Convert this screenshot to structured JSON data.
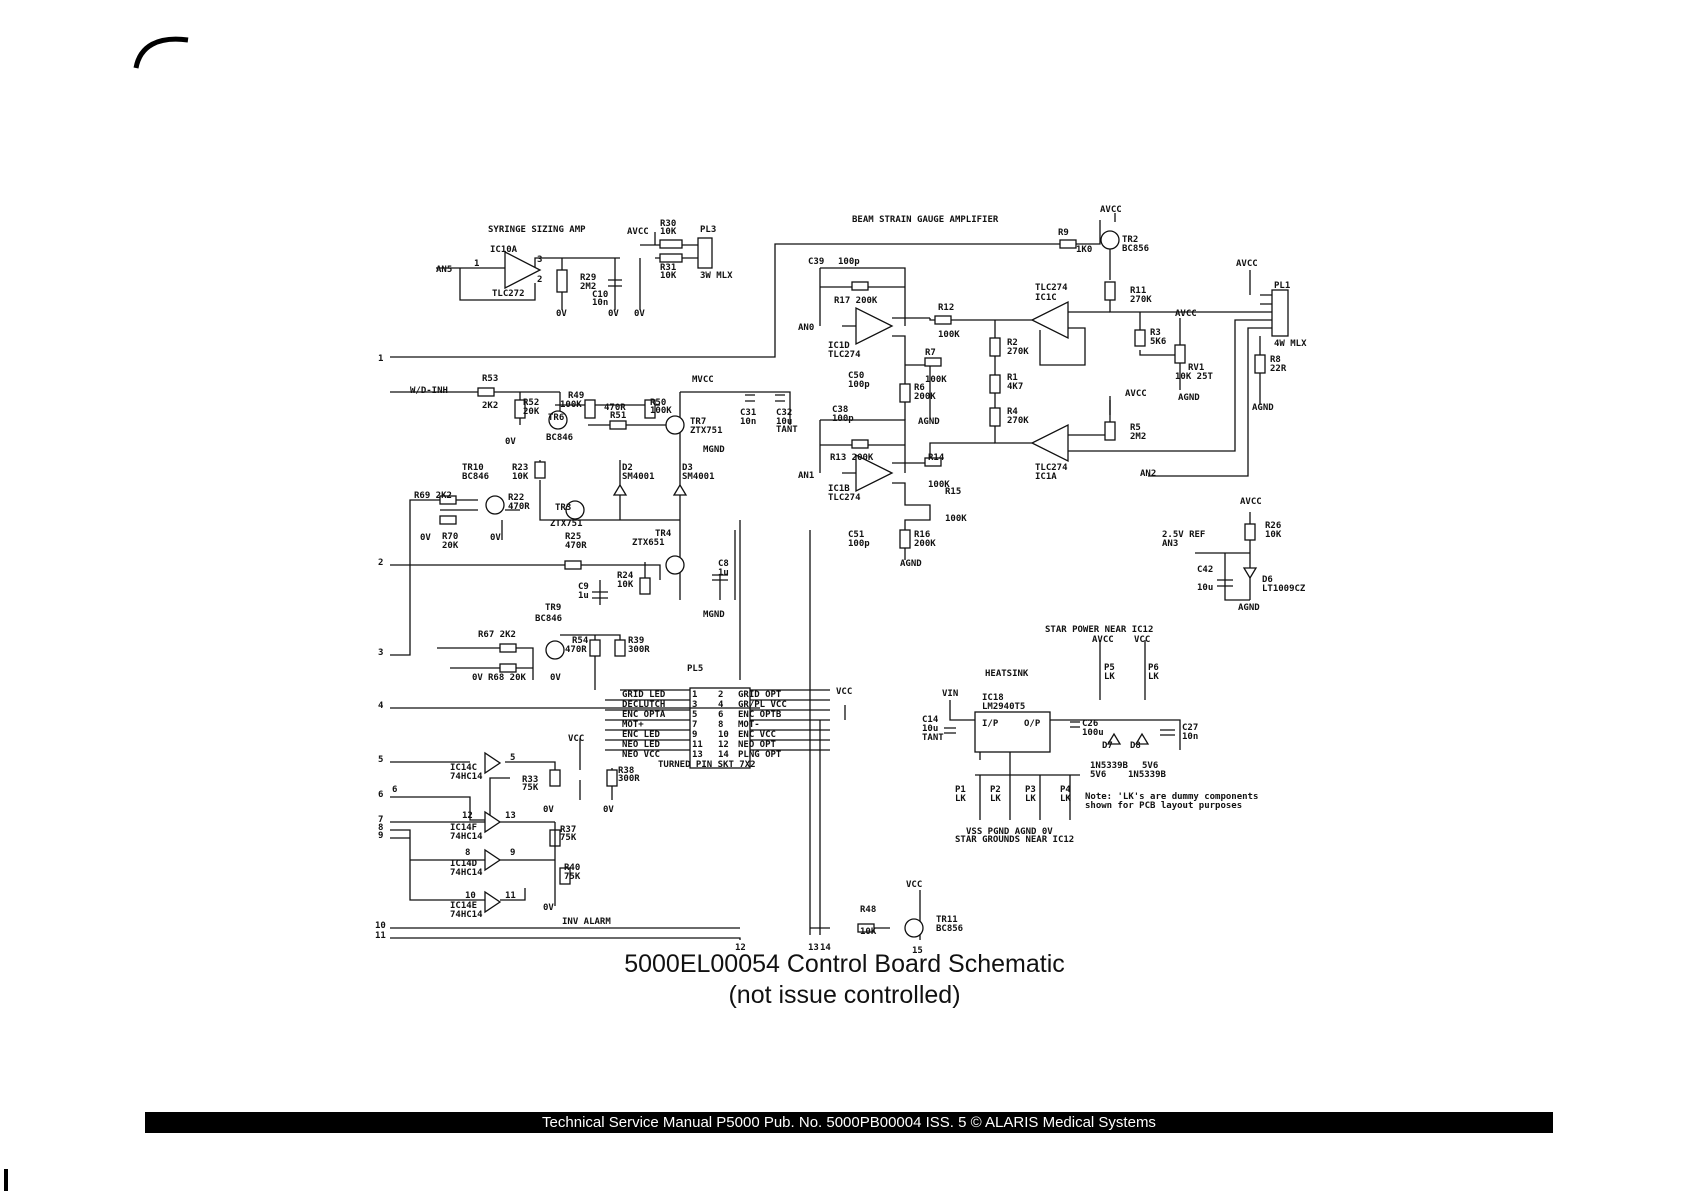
{
  "caption": {
    "title": "5000EL00054 Control Board Schematic",
    "subtitle": "(not issue controlled)"
  },
  "footer": "Technical Service Manual P5000 Pub. No. 5000PB00004 ISS. 5 © ALARIS Medical Systems",
  "blocks": {
    "syringe_amp": "SYRINGE SIZING AMP",
    "beam_amp": "BEAM STRAIN GAUGE AMPLIFIER",
    "heatsink": "HEATSINK",
    "star_power": "STAR POWER NEAR IC12",
    "star_grounds": "STAR GROUNDS NEAR IC12",
    "note_line1": "Note: 'LK's are dummy components",
    "note_line2": "shown for PCB layout purposes",
    "turned_pin": "TURNED PIN SKT 7X2",
    "inv_alarm": "INV ALARM",
    "ref_25v": "2.5V REF"
  },
  "connector_pins": [
    "1",
    "2",
    "3",
    "4",
    "5",
    "6",
    "7",
    "8",
    "9",
    "10",
    "11"
  ],
  "bottom_pins": [
    "12",
    "13",
    "14",
    "15"
  ],
  "pl5_left": [
    "GRID LED",
    "DECLUTCH",
    "ENC OPTA",
    "MOT+",
    "ENC LED",
    "NEO LED",
    "NEO VCC"
  ],
  "pl5_right": [
    "GRID OPT",
    "GR/PL VCC",
    "ENC OPTB",
    "MOT-",
    "ENC VCC",
    "NEO OPT",
    "PLNG OPT"
  ],
  "pl5_pin_left": [
    "1",
    "3",
    "5",
    "7",
    "9",
    "11",
    "13"
  ],
  "pl5_pin_right": [
    "2",
    "4",
    "6",
    "8",
    "10",
    "12",
    "14"
  ],
  "labels": [
    {
      "id": "an5",
      "t": "AN5"
    },
    {
      "id": "ic10a",
      "t": "IC10A"
    },
    {
      "id": "tlc272",
      "t": "TLC272"
    },
    {
      "id": "r29",
      "t": "R29"
    },
    {
      "id": "r29v",
      "t": "2M2"
    },
    {
      "id": "c10",
      "t": "C10"
    },
    {
      "id": "c10v",
      "t": "10n"
    },
    {
      "id": "avcc1",
      "t": "AVCC"
    },
    {
      "id": "r30",
      "t": "R30"
    },
    {
      "id": "r30v",
      "t": "10K"
    },
    {
      "id": "r31",
      "t": "R31"
    },
    {
      "id": "r31v",
      "t": "10K"
    },
    {
      "id": "pl3",
      "t": "PL3"
    },
    {
      "id": "mlx3",
      "t": "3W MLX"
    },
    {
      "id": "ov1",
      "t": "0V"
    },
    {
      "id": "ov2",
      "t": "0V"
    },
    {
      "id": "ov3",
      "t": "0V"
    },
    {
      "id": "p3a",
      "t": "3"
    },
    {
      "id": "p3b",
      "t": "2"
    },
    {
      "id": "p3c",
      "t": "1"
    },
    {
      "id": "r9",
      "t": "R9"
    },
    {
      "id": "r9v",
      "t": "1K0"
    },
    {
      "id": "avcc2",
      "t": "AVCC"
    },
    {
      "id": "tr2",
      "t": "TR2"
    },
    {
      "id": "tr2v",
      "t": "BC856"
    },
    {
      "id": "c39",
      "t": "C39"
    },
    {
      "id": "c39v",
      "t": "100p"
    },
    {
      "id": "r17",
      "t": "R17  200K"
    },
    {
      "id": "an0",
      "t": "AN0"
    },
    {
      "id": "ic1d",
      "t": "IC1D"
    },
    {
      "id": "tlc274a",
      "t": "TLC274"
    },
    {
      "id": "r12",
      "t": "R12"
    },
    {
      "id": "r12v",
      "t": "100K"
    },
    {
      "id": "tlc274b",
      "t": "TLC274"
    },
    {
      "id": "ic1c",
      "t": "IC1C"
    },
    {
      "id": "r11",
      "t": "R11"
    },
    {
      "id": "r11v",
      "t": "270K"
    },
    {
      "id": "avcc3",
      "t": "AVCC"
    },
    {
      "id": "pl1",
      "t": "PL1"
    },
    {
      "id": "mlx4",
      "t": "4W MLX"
    },
    {
      "id": "avcc4",
      "t": "AVCC"
    },
    {
      "id": "r3",
      "t": "R3"
    },
    {
      "id": "r3v",
      "t": "5K6"
    },
    {
      "id": "rv1",
      "t": "RV1"
    },
    {
      "id": "rv1v",
      "t": "10K 25T"
    },
    {
      "id": "agnd1",
      "t": "AGND"
    },
    {
      "id": "r8",
      "t": "R8"
    },
    {
      "id": "r8v",
      "t": "22R"
    },
    {
      "id": "agnd2",
      "t": "AGND"
    },
    {
      "id": "r2",
      "t": "R2"
    },
    {
      "id": "r2v",
      "t": "270K"
    },
    {
      "id": "r1",
      "t": "R1"
    },
    {
      "id": "r1v",
      "t": "4K7"
    },
    {
      "id": "r4",
      "t": "R4"
    },
    {
      "id": "r4v",
      "t": "270K"
    },
    {
      "id": "c50",
      "t": "C50"
    },
    {
      "id": "c50v",
      "t": "100p"
    },
    {
      "id": "r7",
      "t": "R7"
    },
    {
      "id": "r7v",
      "t": "100K"
    },
    {
      "id": "r6",
      "t": "R6"
    },
    {
      "id": "r6v",
      "t": "200K"
    },
    {
      "id": "agnd3",
      "t": "AGND"
    },
    {
      "id": "c38",
      "t": "C38"
    },
    {
      "id": "c38v",
      "t": "100p"
    },
    {
      "id": "r13",
      "t": "R13  200K"
    },
    {
      "id": "an1",
      "t": "AN1"
    },
    {
      "id": "ic1b",
      "t": "IC1B"
    },
    {
      "id": "tlc274c",
      "t": "TLC274"
    },
    {
      "id": "r14",
      "t": "R14"
    },
    {
      "id": "r14v",
      "t": "100K"
    },
    {
      "id": "r15",
      "t": "R15"
    },
    {
      "id": "r15v",
      "t": "100K"
    },
    {
      "id": "c51",
      "t": "C51"
    },
    {
      "id": "c51v",
      "t": "100p"
    },
    {
      "id": "r16",
      "t": "R16"
    },
    {
      "id": "r16v",
      "t": "200K"
    },
    {
      "id": "agnd4",
      "t": "AGND"
    },
    {
      "id": "avcc5",
      "t": "AVCC"
    },
    {
      "id": "r5",
      "t": "R5"
    },
    {
      "id": "r5v",
      "t": "2M2"
    },
    {
      "id": "tlc274d",
      "t": "TLC274"
    },
    {
      "id": "ic1a",
      "t": "IC1A"
    },
    {
      "id": "an2",
      "t": "AN2"
    },
    {
      "id": "avcc6",
      "t": "AVCC"
    },
    {
      "id": "r26",
      "t": "R26"
    },
    {
      "id": "r26v",
      "t": "10K"
    },
    {
      "id": "an3",
      "t": "AN3"
    },
    {
      "id": "c42",
      "t": "C42"
    },
    {
      "id": "c42v",
      "t": "10u"
    },
    {
      "id": "d6",
      "t": "D6"
    },
    {
      "id": "d6v",
      "t": "LT1009CZ"
    },
    {
      "id": "agnd5",
      "t": "AGND"
    },
    {
      "id": "wdinh",
      "t": "W/D-INH"
    },
    {
      "id": "r53",
      "t": "R53"
    },
    {
      "id": "r53v",
      "t": "2K2"
    },
    {
      "id": "r52",
      "t": "R52"
    },
    {
      "id": "r52v",
      "t": "20K"
    },
    {
      "id": "ov4",
      "t": "0V"
    },
    {
      "id": "tr6",
      "t": "TR6"
    },
    {
      "id": "tr6v",
      "t": "BC846"
    },
    {
      "id": "r49",
      "t": "R49"
    },
    {
      "id": "r49v",
      "t": "100K"
    },
    {
      "id": "r51",
      "t": "R51"
    },
    {
      "id": "r51v",
      "t": "470R"
    },
    {
      "id": "r50",
      "t": "R50"
    },
    {
      "id": "r50v",
      "t": "100K"
    },
    {
      "id": "mvcc",
      "t": "MVCC"
    },
    {
      "id": "tr7",
      "t": "TR7"
    },
    {
      "id": "tr7v",
      "t": "ZTX751"
    },
    {
      "id": "c31",
      "t": "C31"
    },
    {
      "id": "c31v",
      "t": "10n"
    },
    {
      "id": "c32",
      "t": "C32"
    },
    {
      "id": "c32v",
      "t": "10u"
    },
    {
      "id": "tant1",
      "t": "TANT"
    },
    {
      "id": "mgnd1",
      "t": "MGND"
    },
    {
      "id": "tr10",
      "t": "TR10"
    },
    {
      "id": "tr10v",
      "t": "BC846"
    },
    {
      "id": "r23",
      "t": "R23"
    },
    {
      "id": "r23v",
      "t": "10K"
    },
    {
      "id": "r69",
      "t": "R69  2K2"
    },
    {
      "id": "r22",
      "t": "R22"
    },
    {
      "id": "r22v",
      "t": "470R"
    },
    {
      "id": "tr3",
      "t": "TR3"
    },
    {
      "id": "ztx751b",
      "t": "ZTX751"
    },
    {
      "id": "d2",
      "t": "D2"
    },
    {
      "id": "d2v",
      "t": "SM4001"
    },
    {
      "id": "d3",
      "t": "D3"
    },
    {
      "id": "d3v",
      "t": "SM4001"
    },
    {
      "id": "ov5",
      "t": "0V"
    },
    {
      "id": "r70",
      "t": "R70"
    },
    {
      "id": "r70v",
      "t": "20K"
    },
    {
      "id": "ov6",
      "t": "0V"
    },
    {
      "id": "r25",
      "t": "R25"
    },
    {
      "id": "r25v",
      "t": "470R"
    },
    {
      "id": "tr4",
      "t": "TR4"
    },
    {
      "id": "tr4v",
      "t": "ZTX651"
    },
    {
      "id": "c8",
      "t": "C8"
    },
    {
      "id": "c8v",
      "t": "1u"
    },
    {
      "id": "r24",
      "t": "R24"
    },
    {
      "id": "r24v",
      "t": "10K"
    },
    {
      "id": "c9",
      "t": "C9"
    },
    {
      "id": "c9v",
      "t": "1u"
    },
    {
      "id": "mgnd2",
      "t": "MGND"
    },
    {
      "id": "tr9",
      "t": "TR9"
    },
    {
      "id": "tr9v",
      "t": "BC846"
    },
    {
      "id": "r67",
      "t": "R67  2K2"
    },
    {
      "id": "r54",
      "t": "R54"
    },
    {
      "id": "r54v",
      "t": "470R"
    },
    {
      "id": "r39",
      "t": "R39"
    },
    {
      "id": "r39v",
      "t": "300R"
    },
    {
      "id": "ov7",
      "t": "0V"
    },
    {
      "id": "r68",
      "t": "R68  20K"
    },
    {
      "id": "ov8",
      "t": "0V"
    },
    {
      "id": "pl5",
      "t": "PL5"
    },
    {
      "id": "vcc1",
      "t": "VCC"
    },
    {
      "id": "vcc2",
      "t": "VCC"
    },
    {
      "id": "ic14c",
      "t": "IC14C"
    },
    {
      "id": "hc14a",
      "t": "74HC14"
    },
    {
      "id": "r33",
      "t": "R33"
    },
    {
      "id": "r33v",
      "t": "75K"
    },
    {
      "id": "r38",
      "t": "R38"
    },
    {
      "id": "r38v",
      "t": "300R"
    },
    {
      "id": "ov9",
      "t": "0V"
    },
    {
      "id": "ov10",
      "t": "0V"
    },
    {
      "id": "ic14f",
      "t": "IC14F"
    },
    {
      "id": "hc14b",
      "t": "74HC14"
    },
    {
      "id": "r37",
      "t": "R37"
    },
    {
      "id": "r37v",
      "t": "75K"
    },
    {
      "id": "ic14d",
      "t": "IC14D"
    },
    {
      "id": "hc14c",
      "t": "74HC14"
    },
    {
      "id": "r40",
      "t": "R40"
    },
    {
      "id": "r40v",
      "t": "75K"
    },
    {
      "id": "ic14e",
      "t": "IC14E"
    },
    {
      "id": "hc14d",
      "t": "74HC14"
    },
    {
      "id": "ov11",
      "t": "0V"
    },
    {
      "id": "r48",
      "t": "R48"
    },
    {
      "id": "r48v",
      "t": "10K"
    },
    {
      "id": "vcc3",
      "t": "VCC"
    },
    {
      "id": "tr11",
      "t": "TR11"
    },
    {
      "id": "tr11v",
      "t": "BC856"
    },
    {
      "id": "g6",
      "t": "6"
    },
    {
      "id": "g5",
      "t": "5"
    },
    {
      "id": "g12",
      "t": "12"
    },
    {
      "id": "g13",
      "t": "13"
    },
    {
      "id": "g8",
      "t": "8"
    },
    {
      "id": "g9",
      "t": "9"
    },
    {
      "id": "g10",
      "t": "10"
    },
    {
      "id": "g11",
      "t": "11"
    },
    {
      "id": "avcc7",
      "t": "AVCC"
    },
    {
      "id": "vcc4",
      "t": "VCC"
    },
    {
      "id": "p5",
      "t": "P5"
    },
    {
      "id": "p5v",
      "t": "LK"
    },
    {
      "id": "p6",
      "t": "P6"
    },
    {
      "id": "p6v",
      "t": "LK"
    },
    {
      "id": "vin",
      "t": "VIN"
    },
    {
      "id": "ic18",
      "t": "IC18"
    },
    {
      "id": "lm",
      "t": "LM2940T5"
    },
    {
      "id": "ip",
      "t": "I/P"
    },
    {
      "id": "op",
      "t": "O/P"
    },
    {
      "id": "c14",
      "t": "C14"
    },
    {
      "id": "c14v",
      "t": "10u"
    },
    {
      "id": "tant2",
      "t": "TANT"
    },
    {
      "id": "c26",
      "t": "C26"
    },
    {
      "id": "c26v",
      "t": "100u"
    },
    {
      "id": "d7",
      "t": "D7"
    },
    {
      "id": "d8",
      "t": "D8"
    },
    {
      "id": "c27",
      "t": "C27"
    },
    {
      "id": "c27v",
      "t": "10n"
    },
    {
      "id": "d7v",
      "t": "1N5339B"
    },
    {
      "id": "d7z",
      "t": "5V6"
    },
    {
      "id": "d8z",
      "t": "5V6"
    },
    {
      "id": "d8v",
      "t": "1N5339B"
    },
    {
      "id": "p1",
      "t": "P1"
    },
    {
      "id": "p1v",
      "t": "LK"
    },
    {
      "id": "p2",
      "t": "P2"
    },
    {
      "id": "p2v",
      "t": "LK"
    },
    {
      "id": "p3",
      "t": "P3"
    },
    {
      "id": "p3v",
      "t": "LK"
    },
    {
      "id": "p4",
      "t": "P4"
    },
    {
      "id": "p4v",
      "t": "LK"
    },
    {
      "id": "grounds",
      "t": "VSS  PGND AGND  0V"
    }
  ]
}
